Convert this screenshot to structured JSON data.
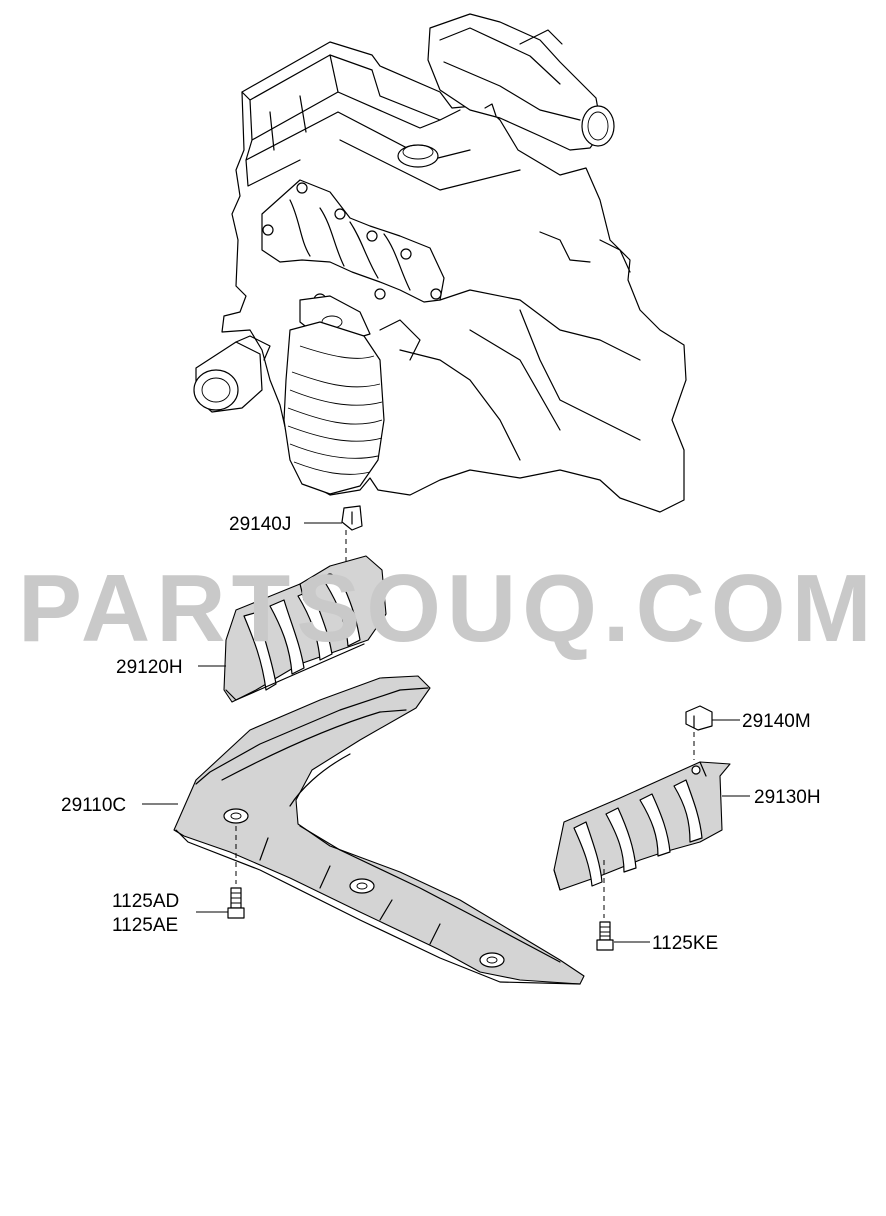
{
  "watermark": "PARTSOUQ.COM",
  "parts": {
    "p29140J": "29140J",
    "p29120H": "29120H",
    "p29110C": "29110C",
    "p1125AD": "1125AD",
    "p1125AE": "1125AE",
    "p29140M": "29140M",
    "p29130H": "29130H",
    "p1125KE": "1125KE"
  }
}
